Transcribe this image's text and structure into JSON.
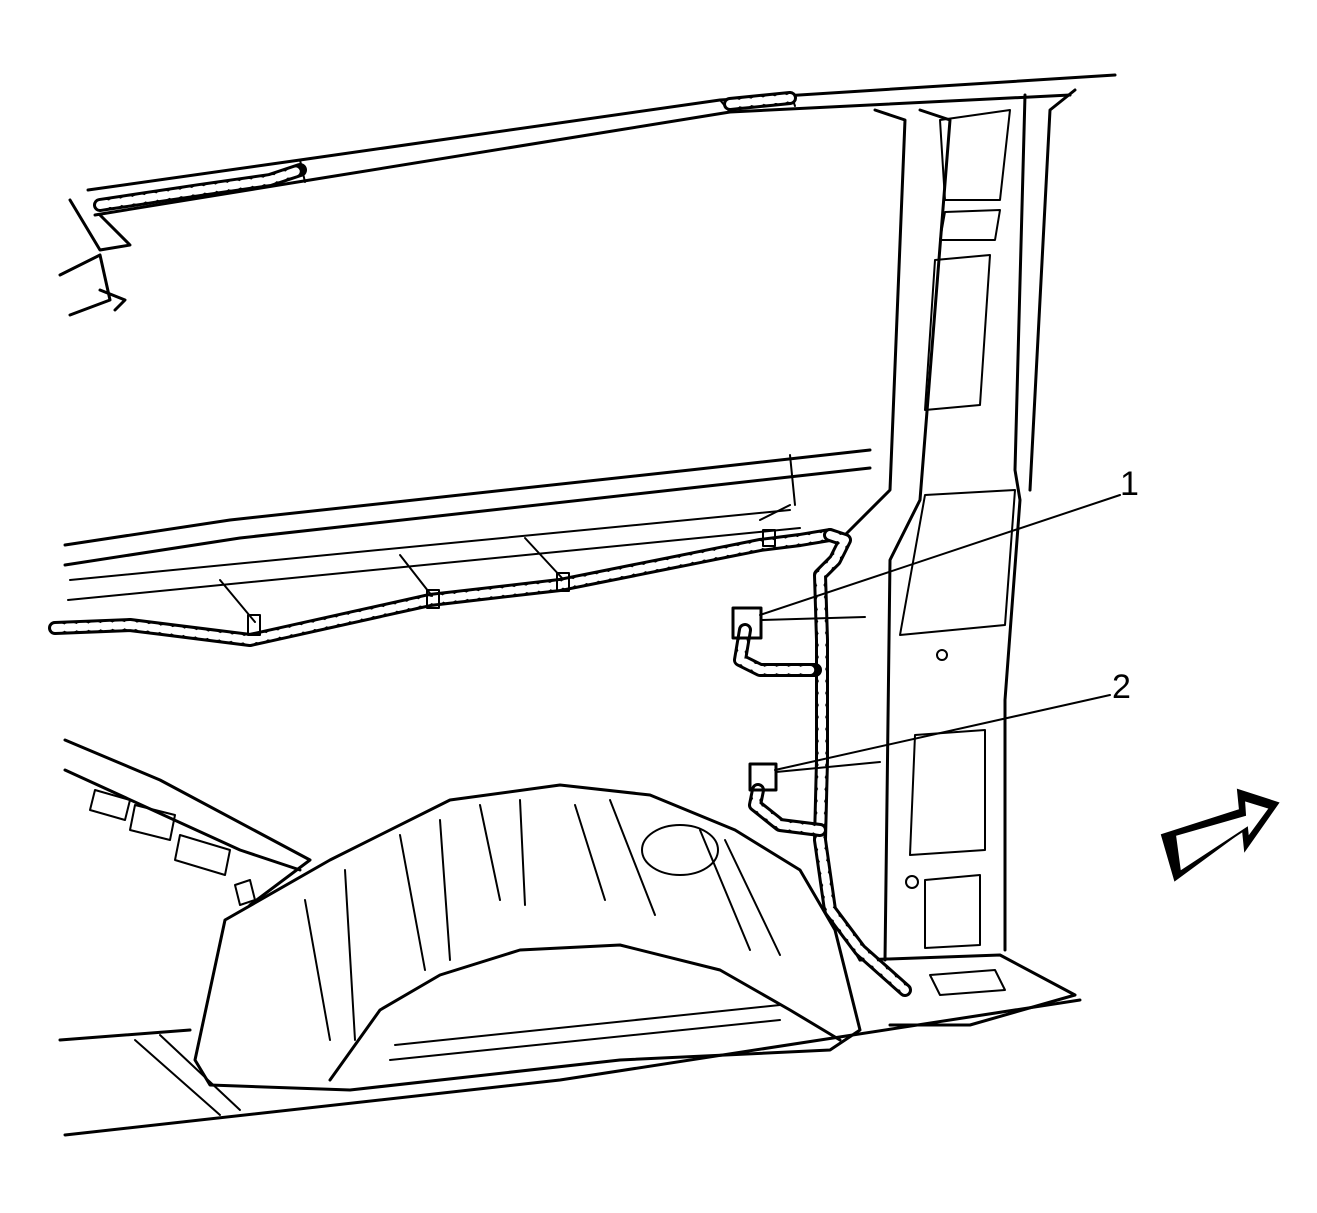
{
  "diagram": {
    "callouts": [
      {
        "id": "callout-1",
        "label": "1"
      },
      {
        "id": "callout-2",
        "label": "2"
      }
    ],
    "colors": {
      "ink": "#000000",
      "paper": "#ffffff"
    },
    "icons": [
      "direction-arrow-icon"
    ]
  }
}
